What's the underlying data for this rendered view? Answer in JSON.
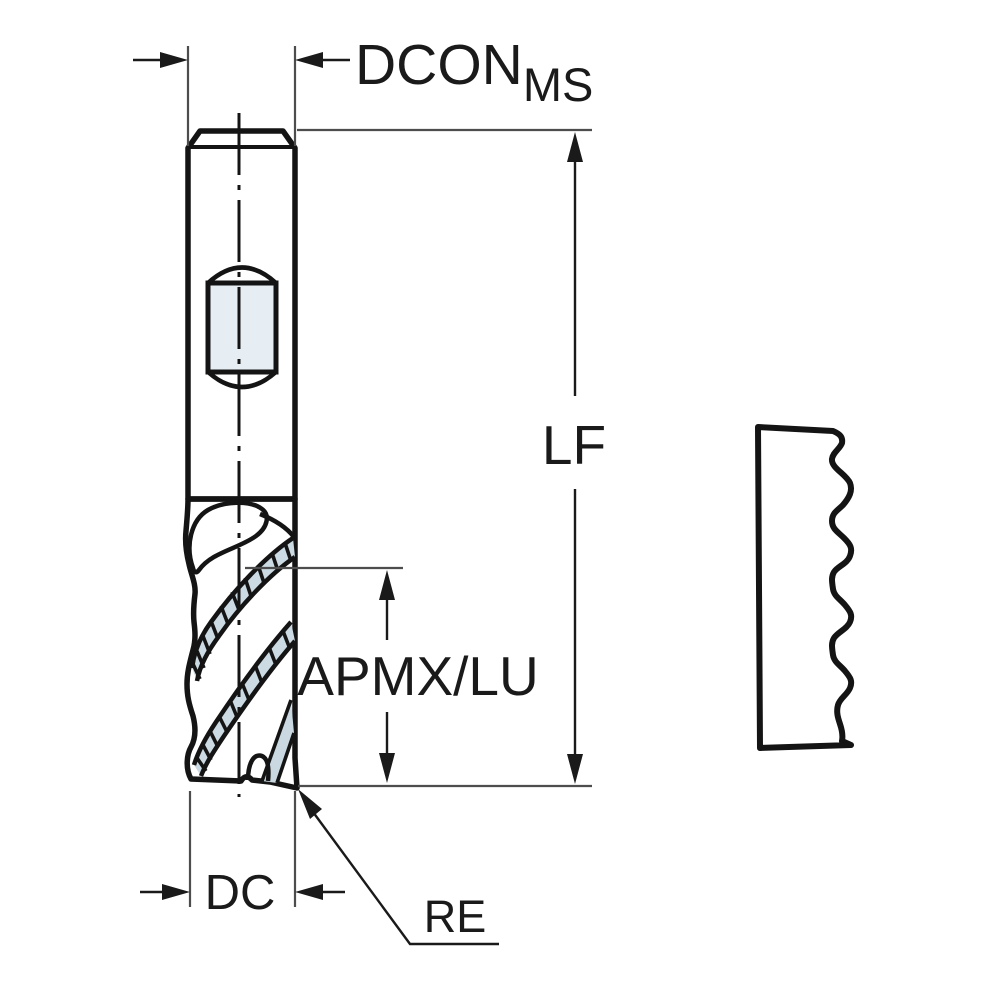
{
  "diagram": {
    "type": "technical-dimension-drawing",
    "subject": "square-shoulder roughing end mill with dimension callouts and serrated profile detail",
    "labels": {
      "dcon_main": "DCON",
      "dcon_sub": "MS",
      "lf": "LF",
      "apmx": "APMX/LU",
      "dc": "DC",
      "re": "RE"
    },
    "colors": {
      "background": "#ffffff",
      "outline": "#141414",
      "shank_fill_light": "#edf3f6",
      "shank_fill_dark": "#d8e4ec",
      "flute_fill": "#b9cdd9",
      "flute_highlight": "#c9d8e1",
      "profile_fill": "#b7cbd7",
      "dimension_line": "#1a1a1a",
      "extension_line": "#4d4d4d"
    }
  }
}
